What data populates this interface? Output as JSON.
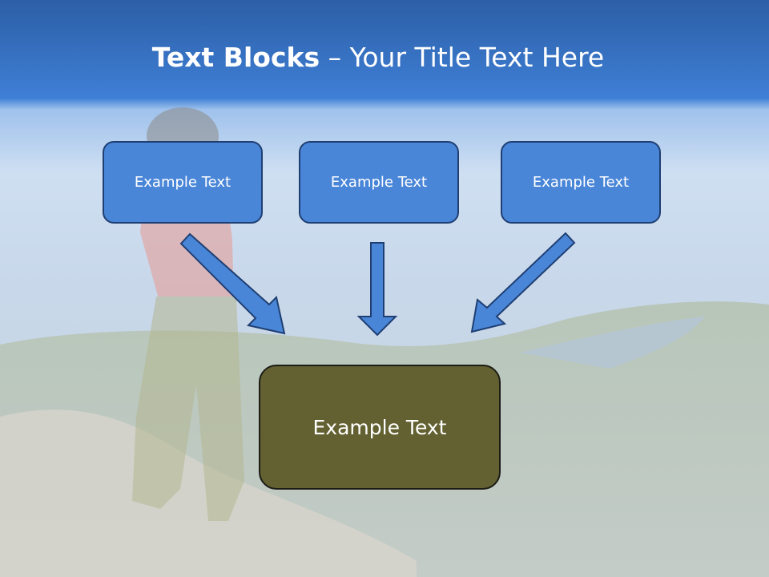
{
  "slide": {
    "title_bold": "Text Blocks",
    "title_dash": " – ",
    "title_rest": "Your Title Text Here"
  },
  "blocks": [
    {
      "label": "Example Text"
    },
    {
      "label": "Example Text"
    },
    {
      "label": "Example Text"
    }
  ],
  "target": {
    "label": "Example Text"
  },
  "colors": {
    "header_blue": "#2e6bc6",
    "block_fill": "#4a86d8",
    "block_border": "#1f3f73",
    "target_fill": "#636131",
    "arrow_fill": "#4a86d8"
  }
}
